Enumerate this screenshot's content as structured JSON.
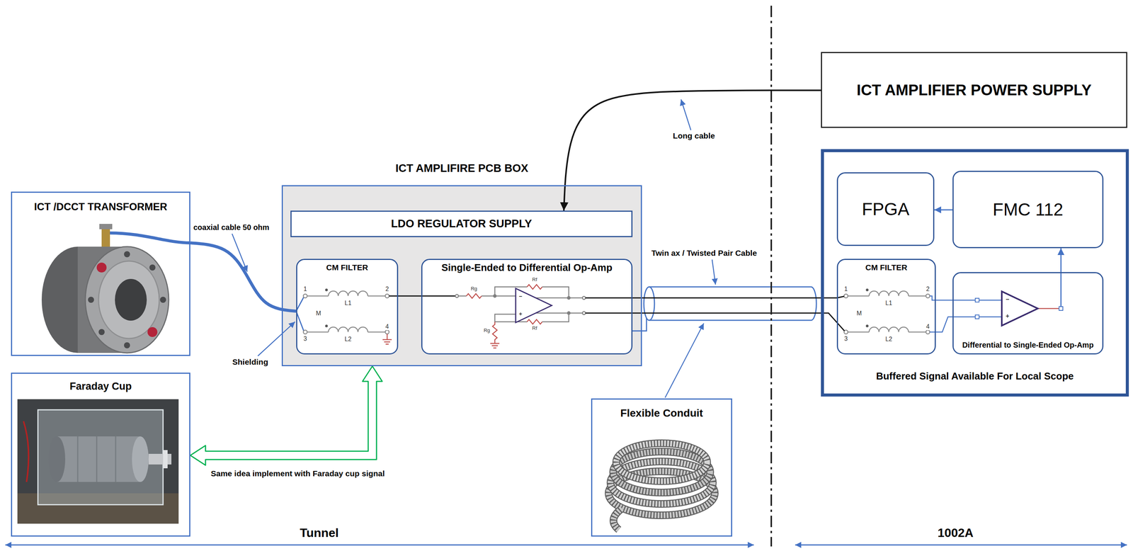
{
  "diagram": {
    "nodes": [
      {
        "text": [
          "ICT /DCCT TRANSFORMER"
        ]
      },
      {
        "text": [
          "ICT AMPLIFIRE PCB BOX"
        ]
      },
      {
        "text": [
          "LDO REGULATOR SUPPLY"
        ],
        "in": 1
      },
      {
        "text": [
          "CM FILTER"
        ],
        "in": 1
      },
      {
        "text": [
          "Single-Ended to Differential Op-Amp"
        ],
        "in": 1
      },
      {
        "text": [
          "ICT AMPLIFIER POWER SUPPLY"
        ]
      },
      {
        "text": [
          "Buffered Signal Available For Local Scope"
        ]
      },
      {
        "text": [
          "FPGA"
        ],
        "in": 6
      },
      {
        "text": [
          "FMC 112"
        ],
        "in": 6
      },
      {
        "text": [
          "CM FILTER"
        ],
        "in": 6
      },
      {
        "text": [
          "Differential to Single-Ended Op-Amp"
        ],
        "in": 6
      },
      {
        "text": [
          "Faraday Cup"
        ]
      },
      {
        "text": [
          "Flexible Conduit"
        ]
      }
    ],
    "edges": [
      {
        "from": 5,
        "to": 2,
        "arrow": "to"
      },
      {
        "from": 0,
        "to": 3,
        "arrow": "none"
      },
      {
        "from": 3,
        "to": 4,
        "arrow": "none"
      },
      {
        "from": 4,
        "to": 9,
        "arrow": "none"
      },
      {
        "from": 9,
        "to": 10,
        "arrow": "none"
      },
      {
        "from": 10,
        "to": 8,
        "arrow": "to"
      },
      {
        "from": 8,
        "to": 7,
        "arrow": "to"
      },
      {
        "from": 1,
        "to": 11,
        "label": "Same idea implement with Faraday cup signal",
        "arrow": "both"
      }
    ],
    "labels": [
      "coaxial cable 50 ohm",
      "Shielding",
      "Long cable",
      "Twin ax / Twisted Pair Cable",
      "Tunnel",
      "1002A",
      "1",
      "2",
      "3",
      "4",
      "L1",
      "M",
      "L2",
      "Rg",
      "Rf",
      "Rg",
      "Rf",
      "−",
      "+",
      "1",
      "2",
      "3",
      "4",
      "L1",
      "M",
      "L2",
      "−",
      "+"
    ]
  }
}
